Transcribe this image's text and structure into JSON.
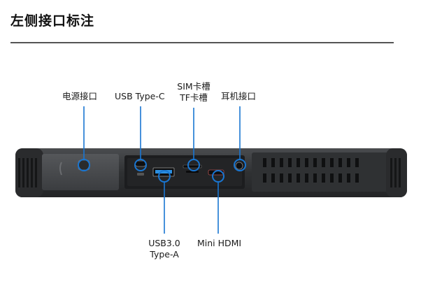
{
  "page": {
    "title": "左侧接口标注"
  },
  "labels": {
    "power": "电源接口",
    "usb_type_c": "USB Type-C",
    "sim_line1": "SIM卡槽",
    "sim_line2": "TF卡槽",
    "headphone": "耳机接口",
    "usb3_line1": "USB3.0",
    "usb3_line2": "Type-A",
    "mini_hdmi": "Mini HDMI"
  },
  "colors": {
    "callout": "#1976d2",
    "device_body": "#3a3c3e",
    "device_dark": "#1e1f21",
    "usb_blue": "#2c8fe0"
  }
}
